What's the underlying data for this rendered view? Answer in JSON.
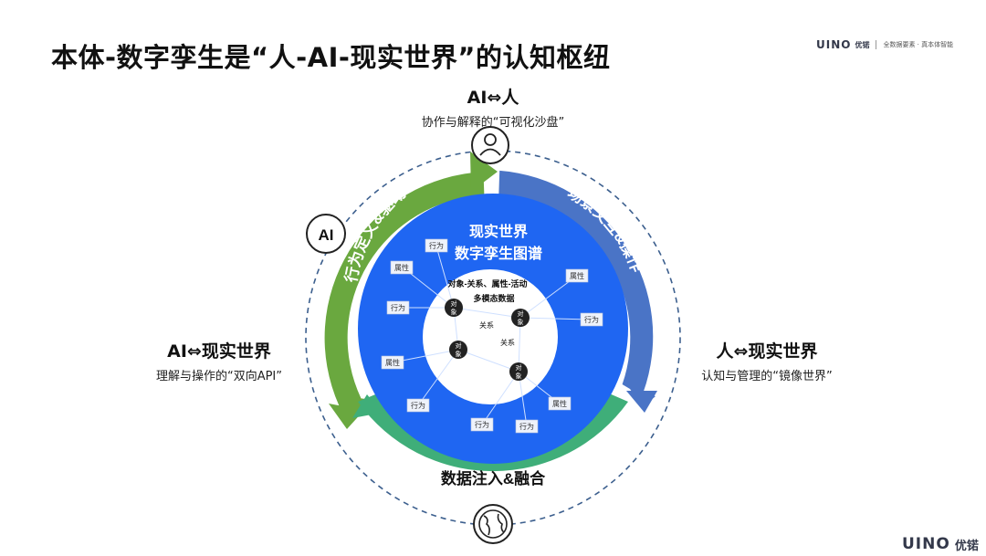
{
  "title": "本体-数字孪生是“人-AI-现实世界”的认知枢纽",
  "brand": {
    "logo": "UINO",
    "name": "优锘",
    "slogan": "全数据要素 · 真本体智能"
  },
  "top": {
    "heading": "AI⇔人",
    "sub": "协作与解释的“可视化沙盘”"
  },
  "left": {
    "heading": "AI⇔现实世界",
    "sub": "理解与操作的“双向API”"
  },
  "right": {
    "heading": "人⇔现实世界",
    "sub": "认知与管理的“镜像世界”"
  },
  "ring": {
    "green": "行为定义&驱动",
    "blue": "场景交互&操作",
    "teal": "数据注入&融合"
  },
  "center": {
    "title1": "现实世界",
    "title2": "数字孪生图谱",
    "note1": "对象-关系、属性-活动",
    "note2": "多模态数据"
  },
  "graph": {
    "object": "对象",
    "relation": "关系",
    "attribute": "属性",
    "behavior": "行为"
  },
  "icons": {
    "ai_badge": "AI",
    "person": "person-icon",
    "globe": "globe-icon"
  },
  "colors": {
    "green": "#6aa83f",
    "blue": "#4a74c6",
    "teal": "#3fae79",
    "core": "#1f66f2",
    "dashed": "#3c5f8e"
  }
}
